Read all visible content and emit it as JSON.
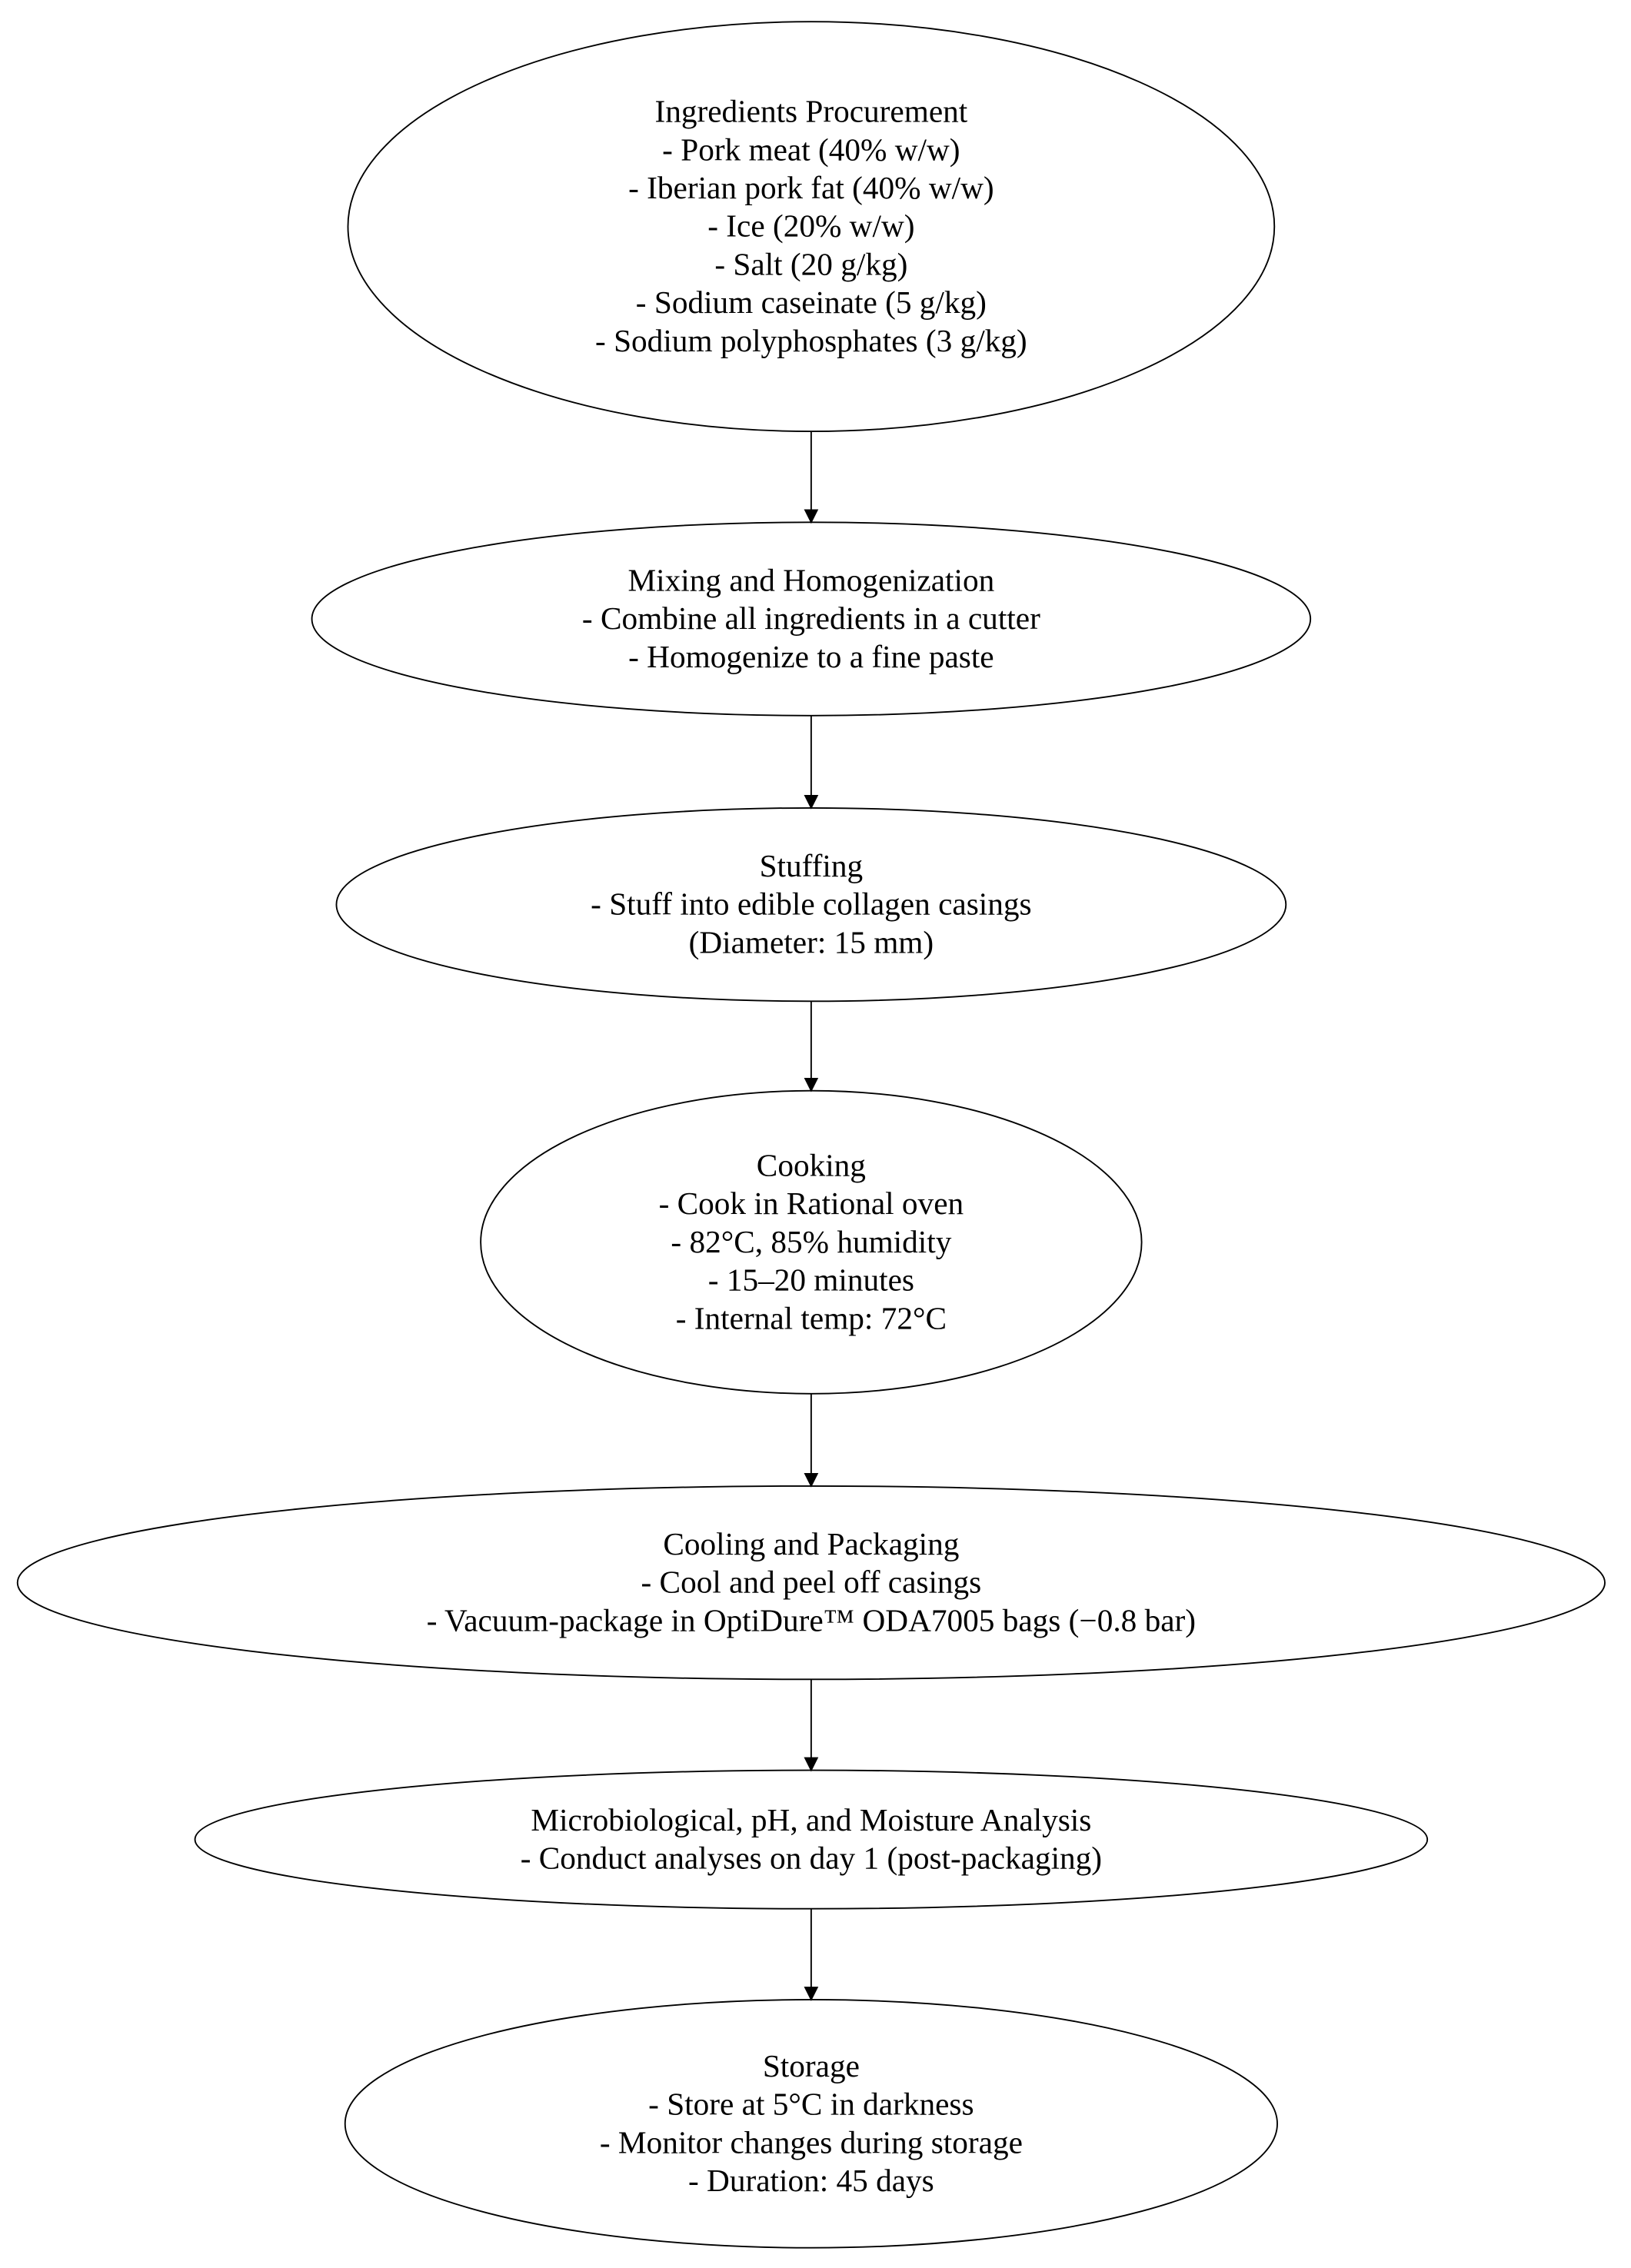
{
  "nodes": [
    {
      "id": "ingredients",
      "lines": [
        "Ingredients Procurement",
        "- Pork meat (40% w/w)",
        "- Iberian pork fat (40% w/w)",
        "- Ice (20% w/w)",
        "- Salt (20 g/kg)",
        "- Sodium caseinate (5 g/kg)",
        "- Sodium polyphosphates (3 g/kg)"
      ]
    },
    {
      "id": "mixing",
      "lines": [
        "Mixing and Homogenization",
        "- Combine all ingredients in a cutter",
        "- Homogenize to a fine paste"
      ]
    },
    {
      "id": "stuffing",
      "lines": [
        "Stuffing",
        "- Stuff into edible collagen casings",
        "(Diameter: 15 mm)"
      ]
    },
    {
      "id": "cooking",
      "lines": [
        "Cooking",
        "- Cook in Rational oven",
        "- 82°C, 85% humidity",
        "- 15–20 minutes",
        "- Internal temp: 72°C"
      ]
    },
    {
      "id": "cooling",
      "lines": [
        "Cooling and Packaging",
        "- Cool and peel off casings",
        "- Vacuum-package in OptiDure™ ODA7005 bags (−0.8 bar)"
      ]
    },
    {
      "id": "analysis",
      "lines": [
        "Microbiological, pH, and Moisture Analysis",
        "- Conduct analyses on day 1 (post-packaging)"
      ]
    },
    {
      "id": "storage",
      "lines": [
        "Storage",
        "- Store at 5°C in darkness",
        "- Monitor changes during storage",
        "- Duration: 45 days"
      ]
    }
  ],
  "edges": [
    {
      "from": "ingredients",
      "to": "mixing"
    },
    {
      "from": "mixing",
      "to": "stuffing"
    },
    {
      "from": "stuffing",
      "to": "cooking"
    },
    {
      "from": "cooking",
      "to": "cooling"
    },
    {
      "from": "cooling",
      "to": "analysis"
    },
    {
      "from": "analysis",
      "to": "storage"
    }
  ]
}
